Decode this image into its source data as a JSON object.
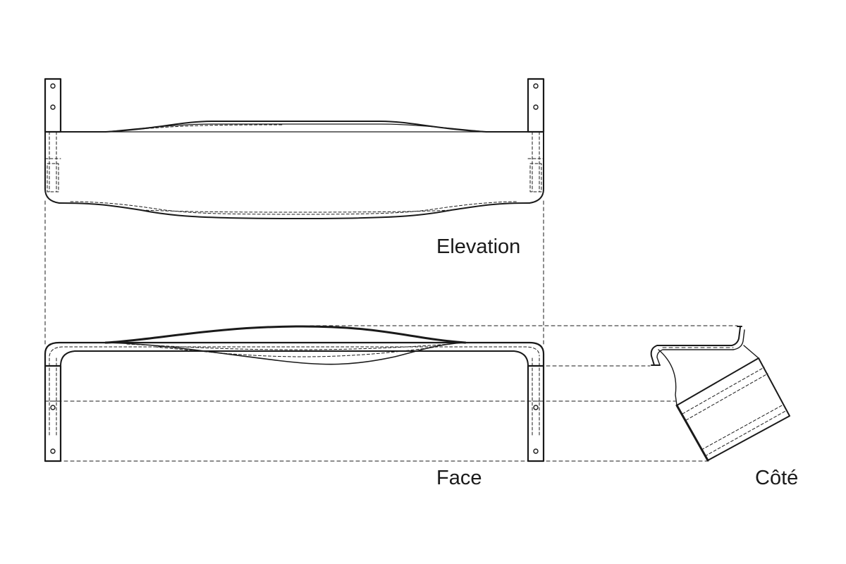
{
  "labels": {
    "elevation": "Elevation",
    "face": "Face",
    "cote": "Côté"
  },
  "colors": {
    "line": "#1a1a1a",
    "background": "#ffffff"
  }
}
